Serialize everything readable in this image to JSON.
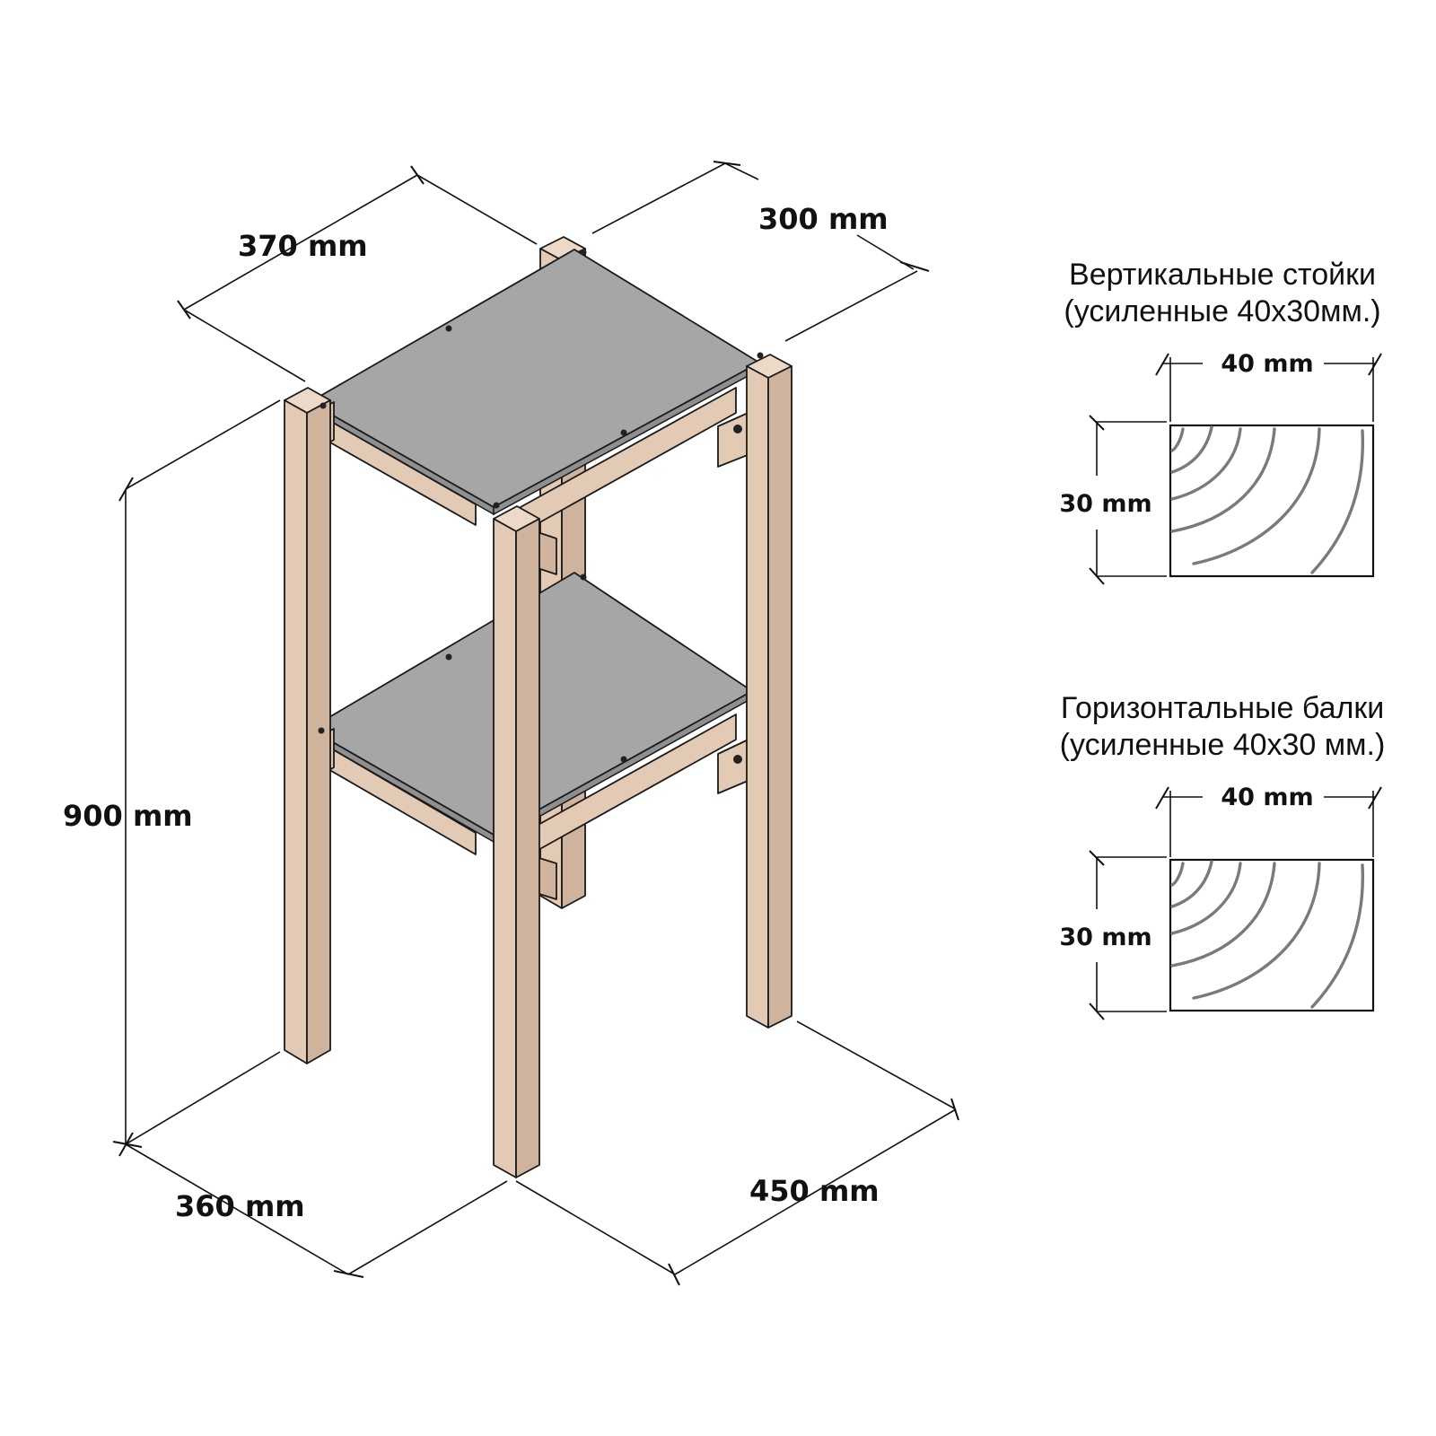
{
  "dimensions": {
    "top_depth": "370 mm",
    "top_width": "300 mm",
    "height": "900 mm",
    "bottom_depth": "360 mm",
    "bottom_width": "450 mm"
  },
  "sections": {
    "vertical": {
      "title_line1": "Вертикальные стойки",
      "title_line2": "(усиленные 40x30мм.)",
      "width_label": "40 mm",
      "height_label": "30 mm"
    },
    "horizontal": {
      "title_line1": "Горизонтальные балки",
      "title_line2": "(усиленные 40x30 мм.)",
      "width_label": "40 mm",
      "height_label": "30 mm"
    }
  },
  "colors": {
    "wood": "#e3cab5",
    "shelf": "#a6a6a6",
    "line": "#111111"
  }
}
